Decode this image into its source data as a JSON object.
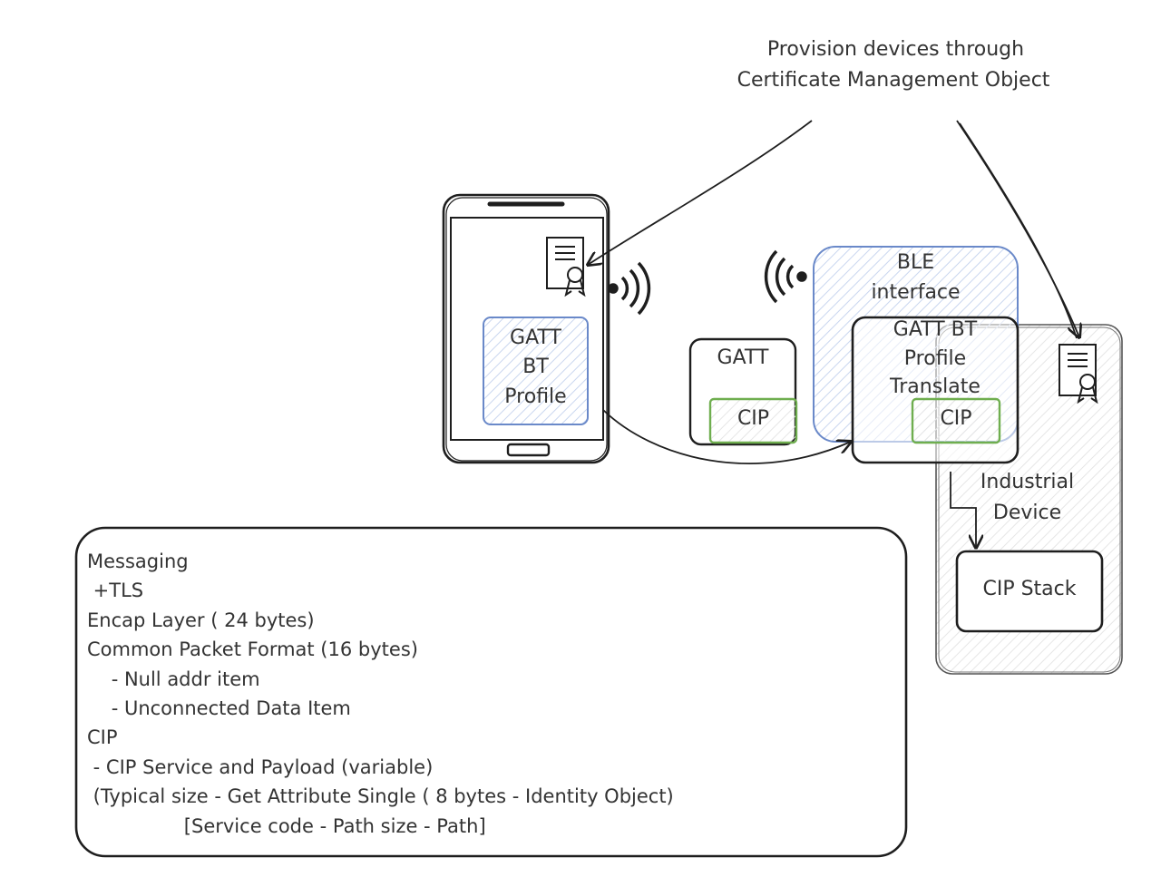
{
  "diagram": {
    "annotation": {
      "line1": "Provision devices through",
      "line2": "Certificate Management Object"
    },
    "phone": {
      "profile_lines": [
        "GATT",
        "BT",
        "Profile"
      ]
    },
    "gatt_box": {
      "label": "GATT",
      "cip": "CIP"
    },
    "ble_interface": {
      "line1": "BLE",
      "line2": "interface"
    },
    "translate_box": {
      "lines": [
        "GATT BT",
        "Profile",
        "Translate"
      ],
      "cip": "CIP"
    },
    "industrial_device": {
      "line1": "Industrial",
      "line2": "Device",
      "cip_stack": "CIP Stack"
    },
    "messaging_lines": [
      "Messaging",
      " +TLS",
      "Encap Layer ( 24 bytes)",
      "Common Packet Format (16 bytes)",
      "    - Null addr item",
      "    - Unconnected Data Item",
      "CIP",
      " - CIP Service and Payload (variable)",
      " (Typical size - Get Attribute Single ( 8 bytes - Identity Object)",
      "                [Service code - Path size - Path]"
    ],
    "colors": {
      "blue": "#6a89c9",
      "green": "#6fae4f",
      "stroke": "#1e1e1e"
    }
  }
}
